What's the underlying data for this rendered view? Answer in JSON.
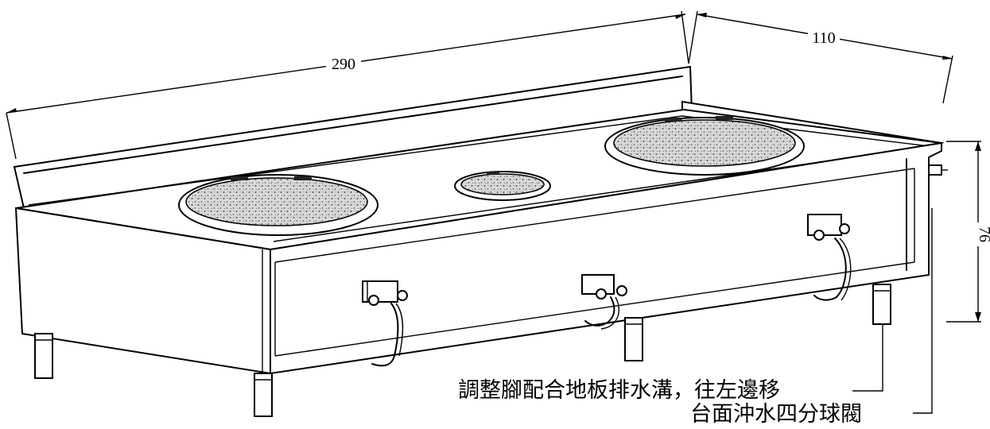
{
  "dimensions": {
    "length": "290",
    "depth": "110",
    "height": "76"
  },
  "annotations": {
    "foot_note": "調整腳配合地板排水溝，往左邊移",
    "valve_note": "台面沖水四分球閥"
  },
  "colors": {
    "line": "#000000",
    "background": "#ffffff",
    "burner_fill": "#d9d9d9"
  }
}
